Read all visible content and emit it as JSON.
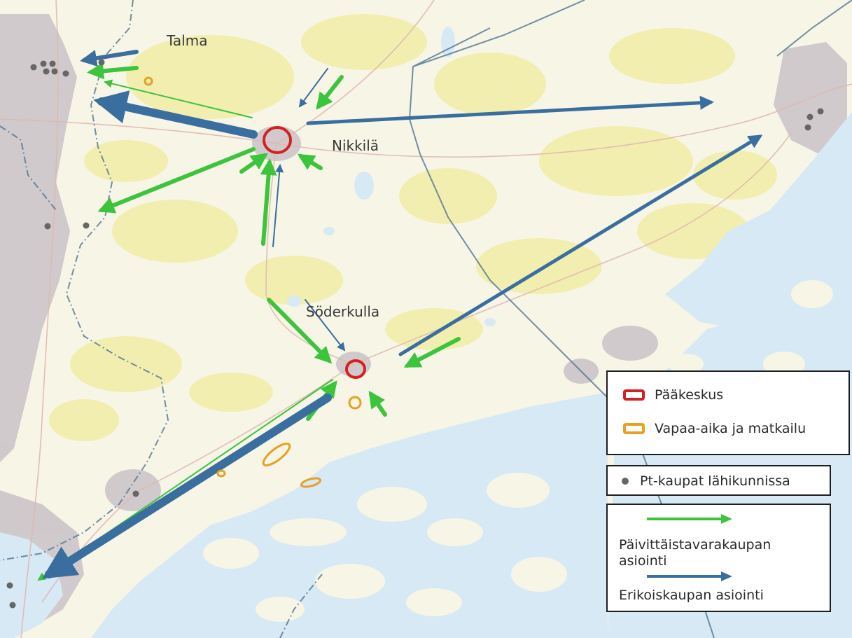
{
  "map": {
    "colors": {
      "green_arrow": "#3cc43c",
      "blue_arrow": "#3a6e9e",
      "main_center": "#d42020",
      "leisure": "#e8a020",
      "dot": "#666666",
      "water": "#d7e9f4",
      "urban": "#c9c2c8",
      "land": "#f7f5e6",
      "field": "#f2eeb0",
      "border": "#4f7494"
    },
    "places": {
      "talma": "Talma",
      "nikkila": "Nikkilä",
      "soderkulla": "Söderkulla"
    }
  },
  "legend": {
    "main_center": "Pääkeskus",
    "leisure": "Vapaa-aika ja matkailu",
    "nearby_grocery": "Pt-kaupat lähikunnissa",
    "grocery_trips": "Päivittäistavarakaupan asiointi",
    "specialty_trips": "Erikoiskaupan asiointi"
  }
}
